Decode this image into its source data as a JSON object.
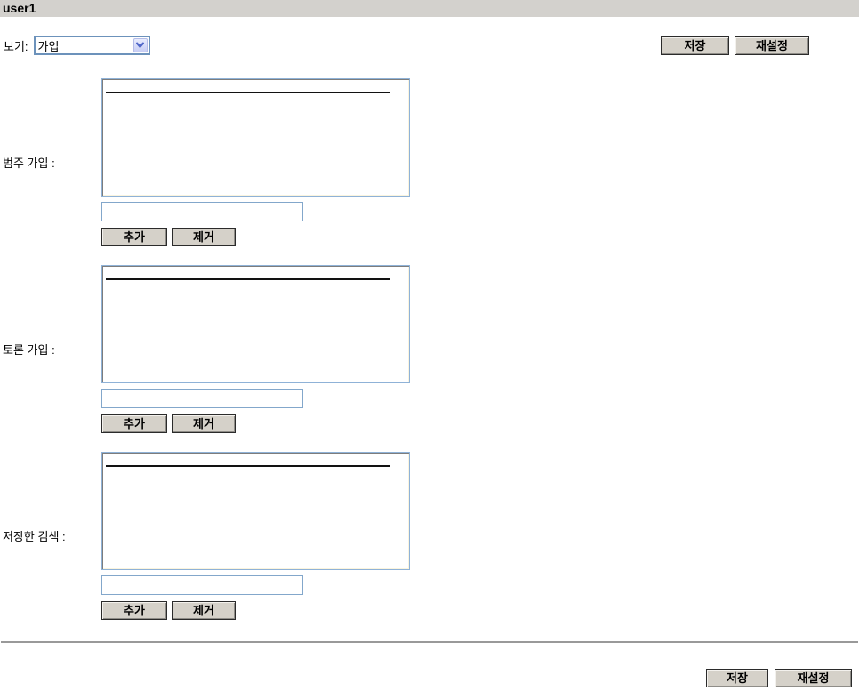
{
  "page": {
    "title": "user1"
  },
  "toolbar": {
    "view_label": "보기:",
    "view_select": {
      "value": "가입"
    },
    "save_label": "저장",
    "reset_label": "재설정"
  },
  "actions": {
    "add_label": "추가",
    "remove_label": "제거"
  },
  "sections": [
    {
      "id": "category-subscriptions",
      "label": "범주 가입 :",
      "input_value": ""
    },
    {
      "id": "discussion-subscriptions",
      "label": "토론 가입 :",
      "input_value": ""
    },
    {
      "id": "saved-searches",
      "label": "저장한 검색 :",
      "input_value": ""
    }
  ],
  "footer": {
    "save_label": "저장",
    "reset_label": "재설정"
  },
  "colors": {
    "titlebar_bg": "#d3d1cd",
    "button_bg": "#d5d1c9",
    "select_border": "#6c92bb",
    "listbox_border": "#8fb2d7",
    "input_border": "#83a7cb",
    "divider": "#999999",
    "chevron_blue": "#4f66c8"
  }
}
